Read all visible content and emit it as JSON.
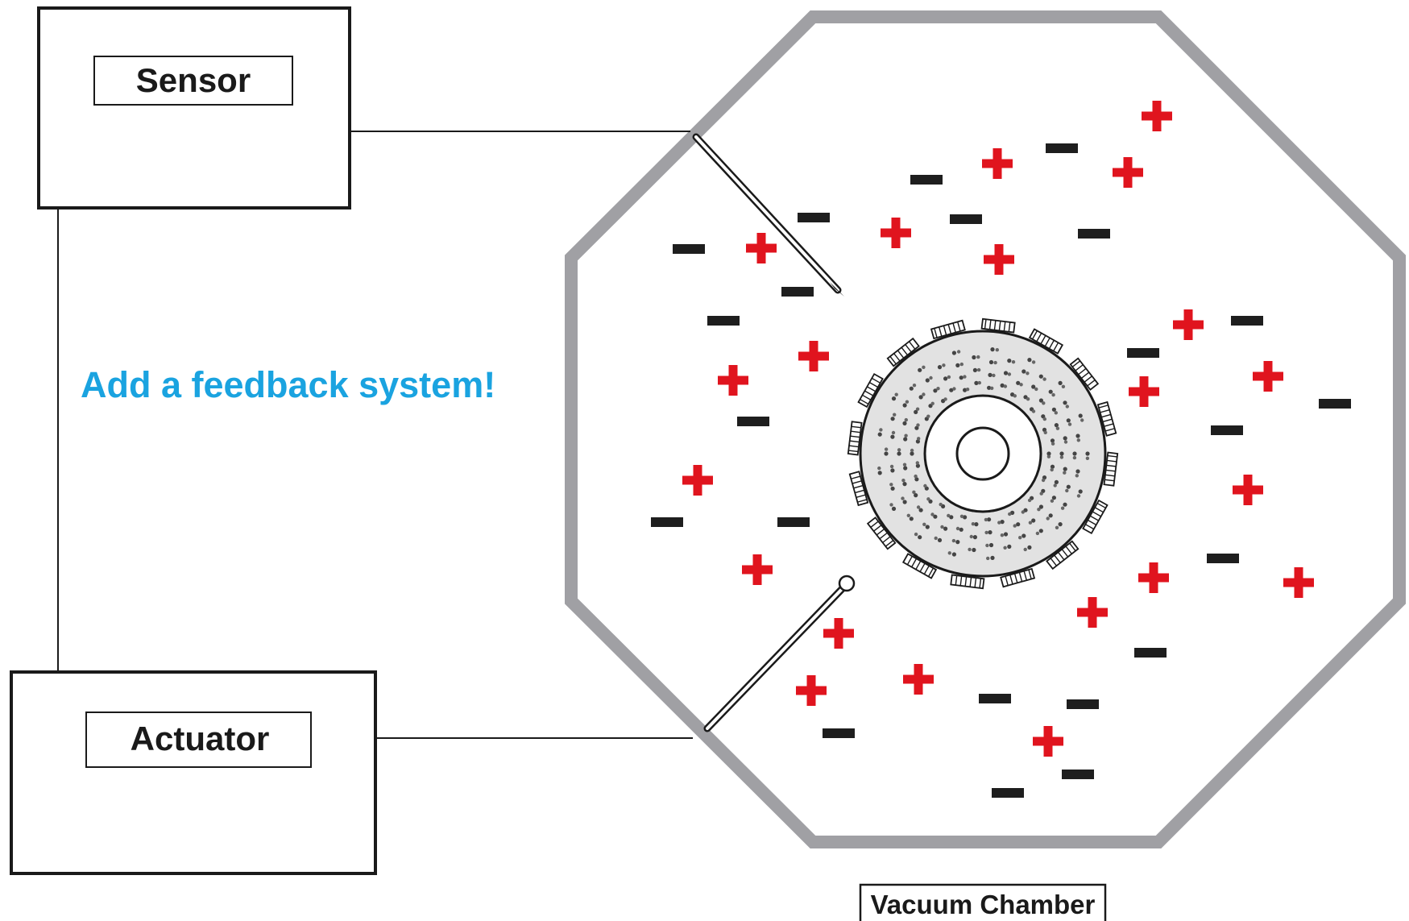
{
  "sensor": {
    "label": "Sensor"
  },
  "actuator": {
    "label": "Actuator"
  },
  "headline": {
    "text": "Add a feedback system!"
  },
  "chamber": {
    "label": "Vacuum Chamber"
  },
  "colors": {
    "wall": "#a0a0a4",
    "positive": "#e0141e",
    "negative": "#1e1e1e",
    "accent": "#1aa3e0",
    "outline": "#1a1a1a"
  }
}
